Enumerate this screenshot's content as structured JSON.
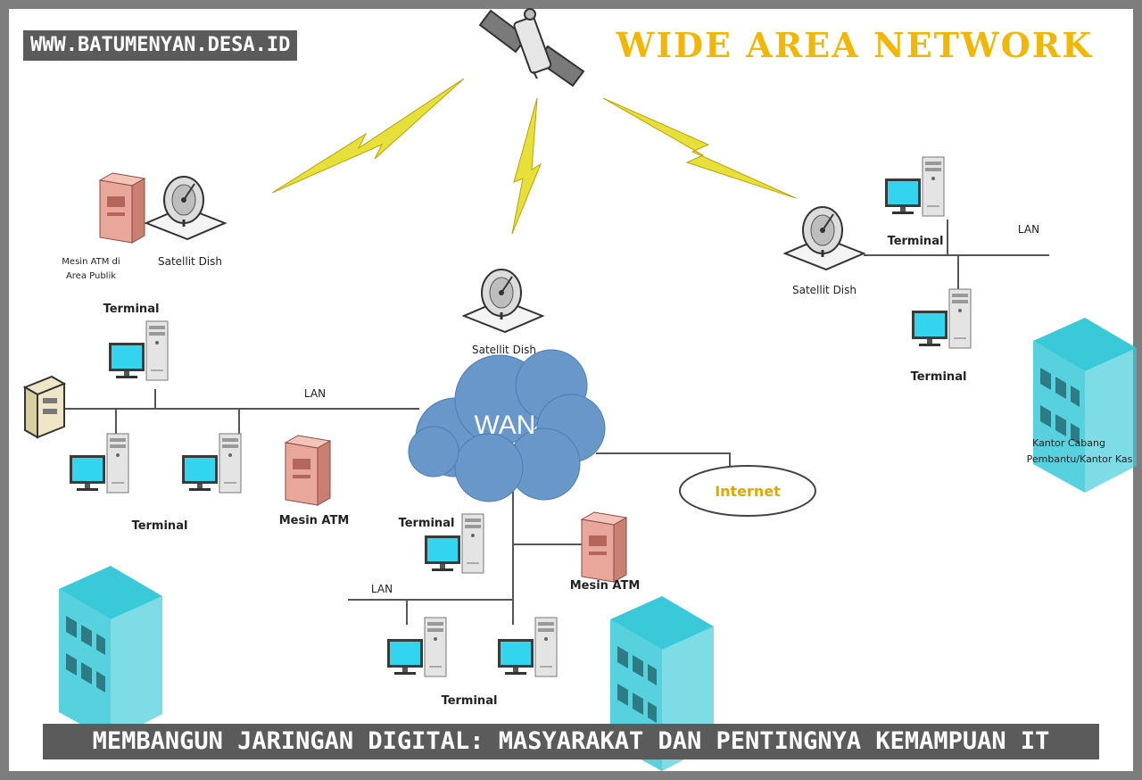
{
  "site_banner": "WWW.BATUMENYAN.DESA.ID",
  "caption": "MEMBANGUN JARINGAN DIGITAL: MASYARAKAT DAN PENTINGNYA KEMAMPUAN IT",
  "diagram": {
    "title": "WIDE AREA NETWORK",
    "cloud_label": "WAN",
    "internet_label": "Internet",
    "labels": {
      "atm_public": [
        "Mesin ATM di",
        "Area Publik"
      ],
      "dish_left": "Satellit Dish",
      "dish_center": "Satellit Dish",
      "dish_right": "Satellit Dish",
      "terminal_left_top": "Terminal",
      "terminal_left_bottom": "Terminal",
      "lan_left": "LAN",
      "atm_left": "Mesin ATM",
      "terminal_center_top": "Terminal",
      "lan_center": "LAN",
      "atm_center": "Mesin ATM",
      "terminal_center_bottom": "Terminal",
      "terminal_right_top": "Terminal",
      "lan_right": "LAN",
      "terminal_right_bottom": "Terminal",
      "branch_office": [
        "Kantor Cabang",
        "Pembantu/Kantor Kas"
      ]
    },
    "colors": {
      "title": "#f2b705",
      "lightning": "#e8e03a",
      "monitor": "#33d4ee",
      "building": "#39c9d8",
      "atm": "#e9a69a",
      "cloud": "#6a97c9",
      "line": "#555555",
      "label": "#222222",
      "internet": "#e0a800"
    }
  }
}
